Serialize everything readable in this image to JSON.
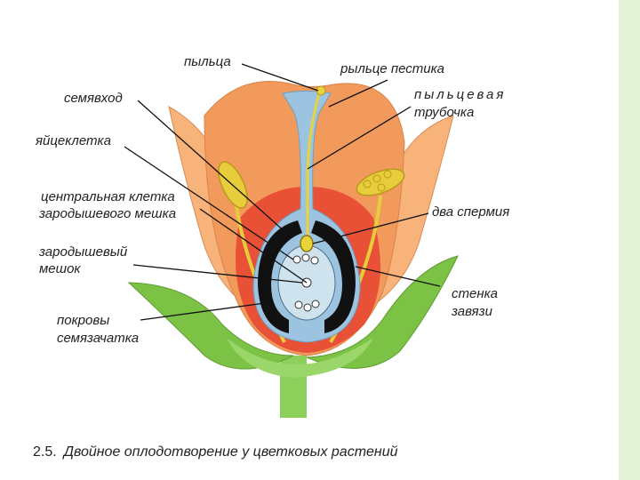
{
  "labels": {
    "pollen": "пыльца",
    "stigma": "рыльце пестика",
    "micropyle": "семявход",
    "pollen_tube_line1": "пыльцевая",
    "pollen_tube_line2": "трубочка",
    "egg_cell": "яйцеклетка",
    "central_cell_line1": "центральная клетка",
    "central_cell_line2": "зародышевого мешка",
    "two_sperms": "два спермия",
    "embryo_sac_line1": "зародышевый",
    "embryo_sac_line2": "мешок",
    "ovary_wall_line1": "стенка",
    "ovary_wall_line2": "завязи",
    "integuments_line1": "покровы",
    "integuments_line2": "семязачатка"
  },
  "caption": {
    "number": "2.5.",
    "text": "Двойное оплодотворение у цветковых растений"
  },
  "colors": {
    "petal": "#f29a5c",
    "petal_light": "#f7c08e",
    "ovary_wall": "#e8442f",
    "ovule": "#9cc4e0",
    "sac_wall": "#111111",
    "embryo_sac": "#cfe3ef",
    "pollen_tube": "#e8d43a",
    "anther": "#e7cc3b",
    "sepal": "#7cc244",
    "stem": "#8ccf5a",
    "side_stripe": "#e3f2d6"
  }
}
